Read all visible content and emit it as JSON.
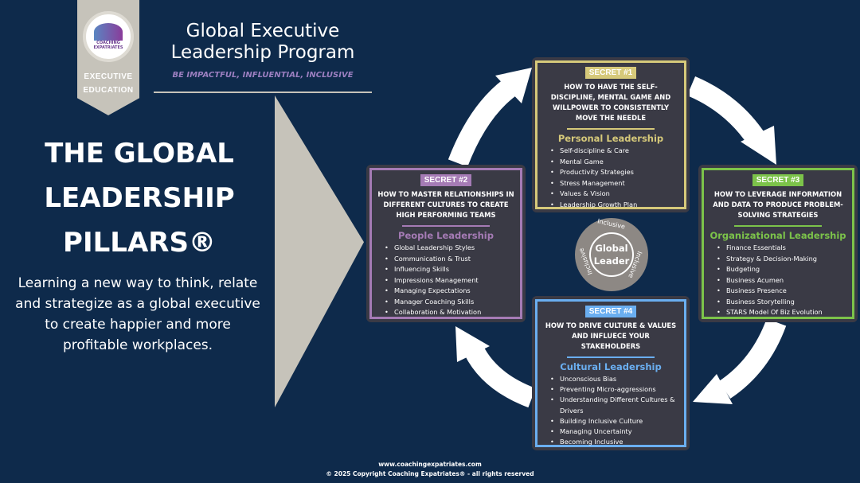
{
  "header": {
    "logo_text": "COACHING EXPATRIATES",
    "banner_line1": "EXECUTIVE",
    "banner_line2": "EDUCATION",
    "title_line1": "Global Executive",
    "title_line2": "Leadership Program",
    "tagline": "BE IMPACTFUL, INFLUENTIAL, INCLUSIVE"
  },
  "left": {
    "heading": [
      "THE GLOBAL",
      "LEADERSHIP",
      "PILLARS®"
    ],
    "paragraph": "Learning a new way to think, relate and strategize as a global executive to create happier and more profitable workplaces."
  },
  "colors": {
    "background": "#0e2a4b",
    "gold": "#d6c97a",
    "purple": "#a57bb5",
    "green": "#7cc34a",
    "blue": "#6aaef0"
  },
  "cards": [
    {
      "badge": "SECRET #1",
      "question": "HOW TO HAVE THE SELF-DISCIPLINE, MENTAL GAME AND WILLPOWER TO CONSISTENTLY MOVE THE NEEDLE",
      "pillar": "Personal Leadership",
      "items": [
        "Self-discipline & Care",
        "Mental Game",
        "Productivity Strategies",
        "Stress Management",
        "Values & Vision",
        "Leadership Growth Plan"
      ]
    },
    {
      "badge": "SECRET #2",
      "question": "HOW TO MASTER RELATIONSHIPS IN DIFFERENT CULTURES TO CREATE HIGH PERFORMING TEAMS",
      "pillar": "People Leadership",
      "items": [
        "Global Leadership Styles",
        "Communication & Trust",
        "Influencing Skills",
        "Impressions Management",
        "Managing Expectations",
        "Manager Coaching Skills",
        "Collaboration & Motivation"
      ]
    },
    {
      "badge": "SECRET #3",
      "question": "HOW TO LEVERAGE INFORMATION AND DATA TO PRODUCE PROBLEM-SOLVING STRATEGIES",
      "pillar": "Organizational Leadership",
      "items": [
        "Finance Essentials",
        "Strategy & Decision-Making",
        "Budgeting",
        "Business Acumen",
        "Business Presence",
        "Business Storytelling",
        "STARS Model Of Biz Evolution"
      ]
    },
    {
      "badge": "SECRET #4",
      "question": "HOW TO DRIVE CULTURE & VALUES AND INFLUECE YOUR STAKEHOLDERS",
      "pillar": "Cultural Leadership",
      "items": [
        "Unconscious Bias",
        "Preventing Micro-aggressions",
        "Understanding Different Cultures & Drivers",
        "Building Inclusive Culture",
        "Managing Uncertainty",
        "Becoming Inclusive"
      ]
    }
  ],
  "center": {
    "line1": "Global",
    "line2": "Leader",
    "ring": "Inclusive"
  },
  "footer": {
    "website": "www.coachingexpatriates.com",
    "copyright": "© 2025 Copyright Coaching Expatriates® - all rights reserved"
  }
}
